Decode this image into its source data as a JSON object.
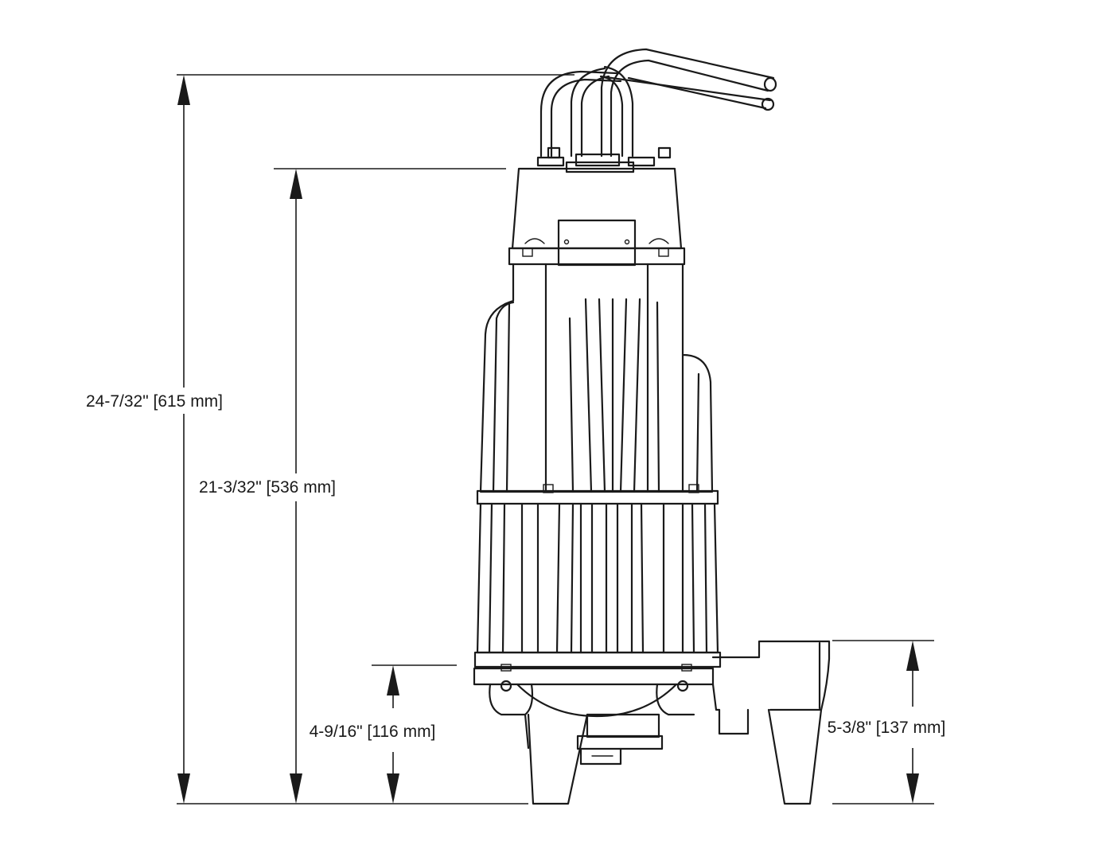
{
  "dimensions": {
    "overall_height": "24-7/32\" [615 mm]",
    "motor_height": "21-3/32\" [536 mm]",
    "inlet_height": "4-9/16\" [116 mm]",
    "discharge_height": "5-3/8\" [137 mm]"
  },
  "colors": {
    "line": "#1a1a1a",
    "background": "#ffffff"
  }
}
